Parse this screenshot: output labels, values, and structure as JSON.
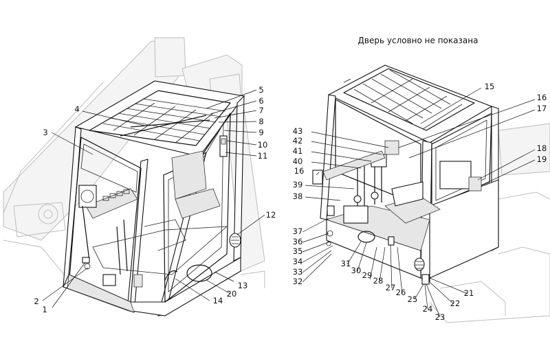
{
  "diagram": {
    "note": "Дверь условно не показана",
    "callouts_left": [
      "1",
      "2",
      "3",
      "4",
      "5",
      "6",
      "7",
      "8",
      "9",
      "10",
      "11",
      "12",
      "13",
      "14",
      "20"
    ],
    "callouts_right": [
      "15",
      "16",
      "17",
      "18",
      "19",
      "16",
      "21",
      "22",
      "23",
      "24",
      "25",
      "26",
      "27",
      "28",
      "29",
      "30",
      "31",
      "32",
      "33",
      "34",
      "35",
      "36",
      "37",
      "38",
      "39",
      "40",
      "41",
      "42",
      "43"
    ]
  }
}
